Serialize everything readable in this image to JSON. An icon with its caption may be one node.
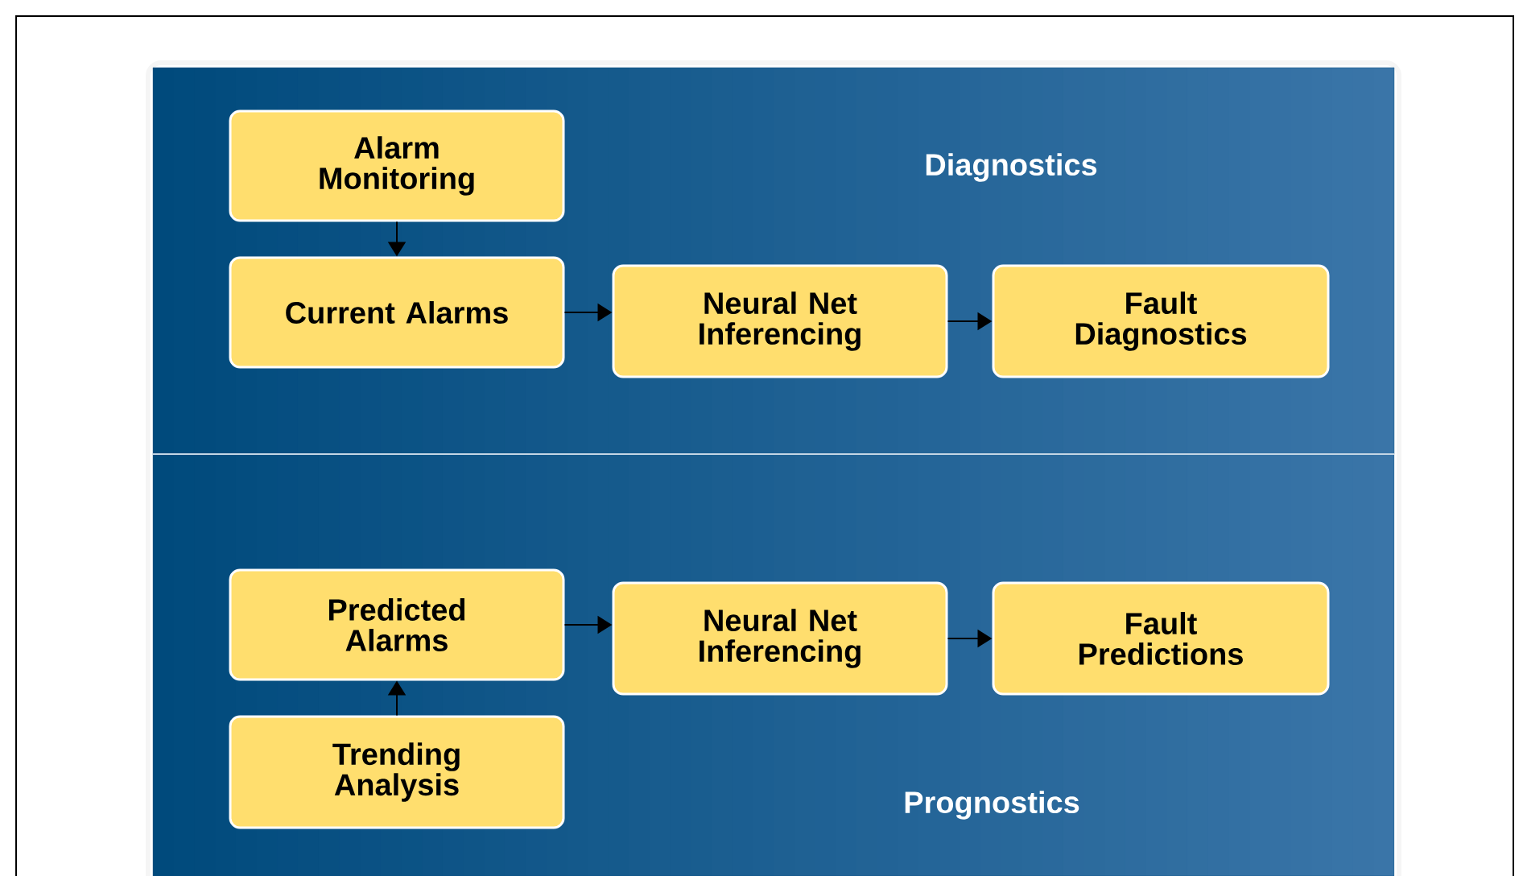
{
  "diagram": {
    "nodes": [
      {
        "text": [
          "Diagnostics"
        ]
      },
      {
        "text": [
          "Alarm Monitoring"
        ],
        "in": 0
      },
      {
        "text": [
          "Current Alarms"
        ],
        "in": 0
      },
      {
        "text": [
          "Neural Net Inferencing"
        ],
        "in": 0
      },
      {
        "text": [
          "Fault Diagnostics"
        ],
        "in": 0
      },
      {
        "text": [
          "Prognostics"
        ]
      },
      {
        "text": [
          "Predicted Alarms"
        ],
        "in": 5
      },
      {
        "text": [
          "Neural Net Inferencing"
        ],
        "in": 5
      },
      {
        "text": [
          "Fault Predictions"
        ],
        "in": 5
      },
      {
        "text": [
          "Trending Analysis"
        ],
        "in": 5
      }
    ],
    "edges": [
      {
        "from": 1,
        "to": 2,
        "arrow": "to"
      },
      {
        "from": 2,
        "to": 3,
        "arrow": "to"
      },
      {
        "from": 3,
        "to": 4,
        "arrow": "to"
      },
      {
        "from": 9,
        "to": 6,
        "arrow": "to"
      },
      {
        "from": 6,
        "to": 7,
        "arrow": "to"
      },
      {
        "from": 7,
        "to": 8,
        "arrow": "to"
      }
    ]
  }
}
